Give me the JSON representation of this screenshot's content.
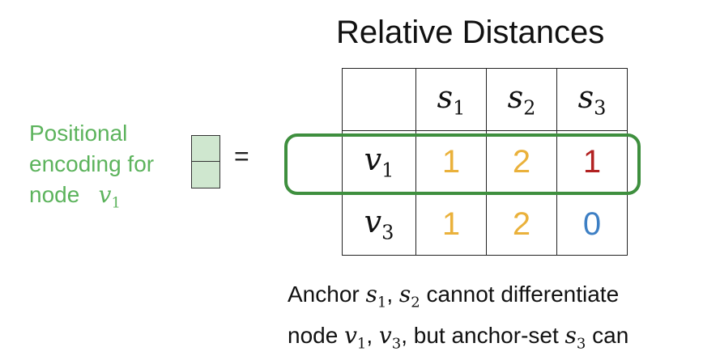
{
  "title": "Relative Distances",
  "label": {
    "line1": "Positional",
    "line2": "encoding for",
    "line3_prefix": "node",
    "node_var": "v",
    "node_sub": "1"
  },
  "equals": "=",
  "table": {
    "columns": [
      {
        "var": "s",
        "sub": "1"
      },
      {
        "var": "s",
        "sub": "2"
      },
      {
        "var": "s",
        "sub": "3"
      }
    ],
    "rows": [
      {
        "var": "v",
        "sub": "1",
        "values": [
          "1",
          "2",
          "1"
        ]
      },
      {
        "var": "v",
        "sub": "3",
        "values": [
          "1",
          "2",
          "0"
        ]
      }
    ]
  },
  "colors": {
    "orange": "#eab13b",
    "red": "#b22222",
    "blue": "#3d7fc4",
    "green": "#3e8f3e",
    "light_green": "#5cb35c"
  },
  "caption": {
    "line1_prefix": "Anchor",
    "s1_var": "s",
    "s1_sub": "1",
    "comma1": ",",
    "s2_var": "s",
    "s2_sub": "2",
    "line1_suffix": "cannot differentiate",
    "line2_prefix": "node",
    "v1_var": "v",
    "v1_sub": "1",
    "comma2": ",",
    "v3_var": "v",
    "v3_sub": "3",
    "line2_mid": ", but anchor-set",
    "s3_var": "s",
    "s3_sub": "3",
    "line2_suffix": "can"
  }
}
